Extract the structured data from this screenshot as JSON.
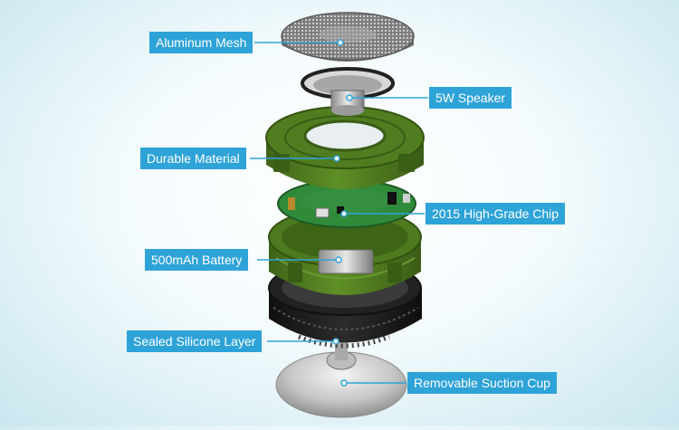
{
  "labels": {
    "aluminum_mesh": "Aluminum Mesh",
    "speaker": "5W Speaker",
    "durable_material": "Durable Material",
    "chip": "2015 High-Grade Chip",
    "battery": "500mAh Battery",
    "silicone_layer": "Sealed Silicone Layer",
    "suction_cup": "Removable Suction Cup"
  },
  "colors": {
    "label_bg": "#2ea3d8",
    "label_text": "#ffffff",
    "shell_green": "#4f7b1f",
    "pcb_green": "#2f8a3a",
    "silicone_black": "#1c1c1c",
    "mesh_gray": "#9a9a9a"
  }
}
